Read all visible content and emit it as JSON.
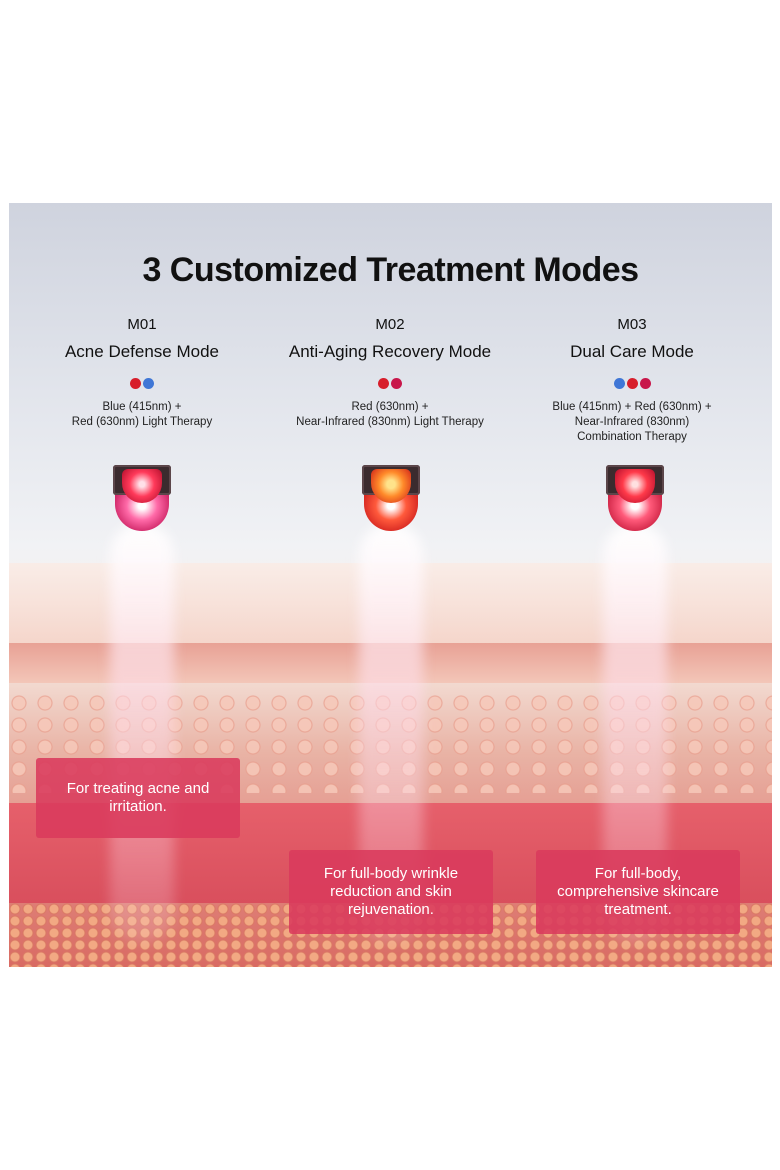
{
  "title": "3 Customized Treatment Modes",
  "colors": {
    "blue": "#3f76d6",
    "red": "#d71e2b",
    "crimson": "#c8164a",
    "callout": "#da3a5c"
  },
  "modes": [
    {
      "code": "M01",
      "name": "Acne Defense Mode",
      "dots": [
        "red",
        "blue"
      ],
      "description": "Blue (415nm) +\nRed (630nm) Light Therapy",
      "callout": "For treating acne and\nirritation."
    },
    {
      "code": "M02",
      "name": "Anti-Aging Recovery Mode",
      "dots": [
        "red",
        "crimson"
      ],
      "description": "Red (630nm) +\nNear-Infrared (830nm) Light Therapy",
      "callout": "For full-body wrinkle\nreduction and skin\nrejuvenation."
    },
    {
      "code": "M03",
      "name": "Dual Care Mode",
      "dots": [
        "blue",
        "red",
        "crimson"
      ],
      "description": "Blue (415nm) + Red (630nm) +\nNear-Infrared (830nm)\nCombination Therapy",
      "callout": "For full-body,\ncomprehensive skincare\ntreatment."
    }
  ]
}
